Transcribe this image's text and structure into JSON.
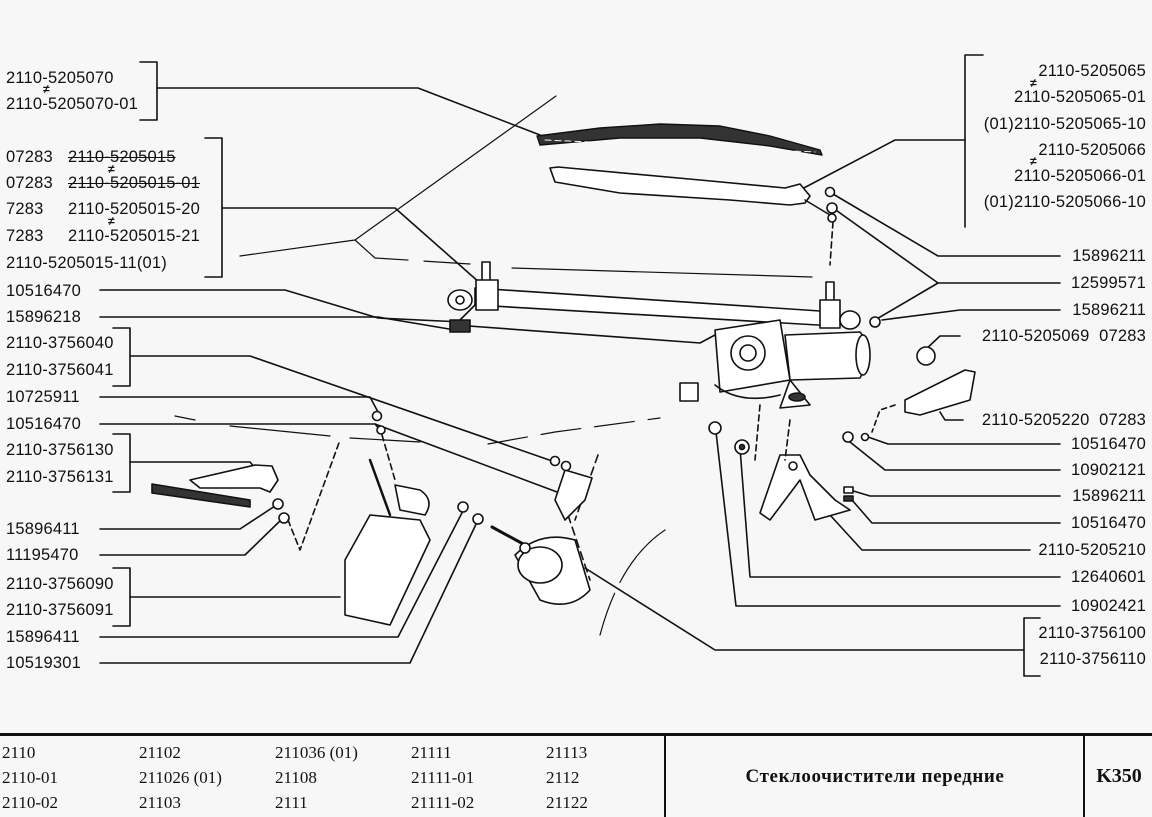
{
  "diagram": {
    "title": "Стеклоочистители передние",
    "code": "K350"
  },
  "left_labels": {
    "blade_group": [
      "2110-5205070",
      "2110-5205070-01"
    ],
    "linkage_group": [
      {
        "prefix": "07283",
        "part": "2110-5205015",
        "struck": true
      },
      {
        "prefix": "07283",
        "part": "2110-5205015-01",
        "struck": true
      },
      {
        "prefix": "7283",
        "part": "2110-5205015-20",
        "struck": false
      },
      {
        "prefix": "7283",
        "part": "2110-5205015-21",
        "struck": false
      },
      {
        "prefix": "",
        "part": "2110-5205015-11(01)",
        "struck": false
      }
    ],
    "l1": "10516470",
    "l2": "15896218",
    "g3": [
      "2110-3756040",
      "2110-3756041"
    ],
    "l4": "10725911",
    "l5": "10516470",
    "g6": [
      "2110-3756130",
      "2110-3756131"
    ],
    "l7": "15896411",
    "l8": "11195470",
    "g9": [
      "2110-3756090",
      "2110-3756091"
    ],
    "l10": "15896411",
    "l11": "10519301"
  },
  "right_labels": {
    "arm_group": [
      "2110-5205065",
      "2110-5205065-01",
      "(01)2110-5205065-10",
      "2110-5205066",
      "2110-5205066-01",
      "(01)2110-5205066-10"
    ],
    "r1": "15896211",
    "r2": "12599571",
    "r3": "15896211",
    "r4": "2110-5205069  07283",
    "r5": "2110-5205220  07283",
    "r6": "10516470",
    "r7": "10902121",
    "r8": "15896211",
    "r9": "10516470",
    "r10": "2110-5205210",
    "r11": "12640601",
    "r12": "10902421",
    "motor_group": [
      "2110-3756100",
      "2110-3756110"
    ]
  },
  "not_equal_symbol": "≠",
  "footer": {
    "models": [
      [
        "2110",
        "2110-01",
        "2110-02"
      ],
      [
        "21102",
        "211026 (01)",
        "21103"
      ],
      [
        "211036 (01)",
        "21108",
        "2111"
      ],
      [
        "21111",
        "21111-01",
        "21111-02"
      ],
      [
        "21113",
        "2112",
        "21122"
      ]
    ]
  }
}
